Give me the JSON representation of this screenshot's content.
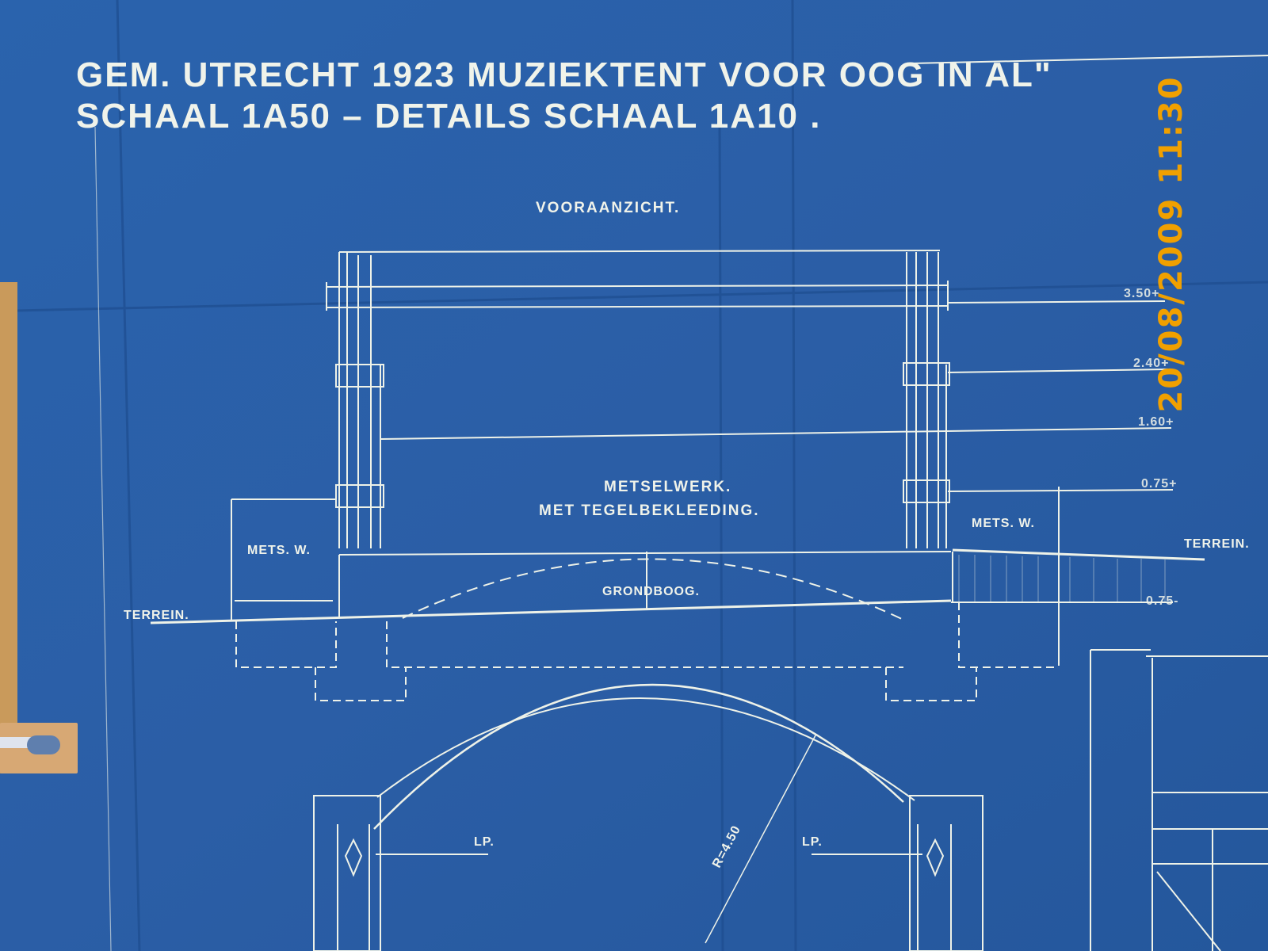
{
  "drawing": {
    "title_line1": "GEM. UTRECHT 1923   MUZIEKTENT VOOR OOG IN AL\"",
    "title_line2": "SCHAAL 1A50 – DETAILS   SCHAAL 1A10 .",
    "view_label": "VOORAANZICHT.",
    "masonry_label_1": "METSELWERK.",
    "masonry_label_2": "MET TEGELBEKLEEDING.",
    "mets_w_left": "METS. W.",
    "mets_w_right": "METS. W.",
    "terrain_left": "TERREIN.",
    "terrain_right": "TERREIN.",
    "ground_arch": "GRONDBOOG.",
    "levels": [
      "3.50+",
      "2.40+",
      "1.60+",
      "0.75+",
      "0.75-"
    ],
    "lp_left": "LP.",
    "lp_right": "LP.",
    "radius": "R=4.50"
  },
  "photo": {
    "timestamp": "20/08/2009 11:30"
  },
  "colors": {
    "paper": "#2a5fa6",
    "ink": "#f0f3ea",
    "stamp": "#f0a000"
  }
}
